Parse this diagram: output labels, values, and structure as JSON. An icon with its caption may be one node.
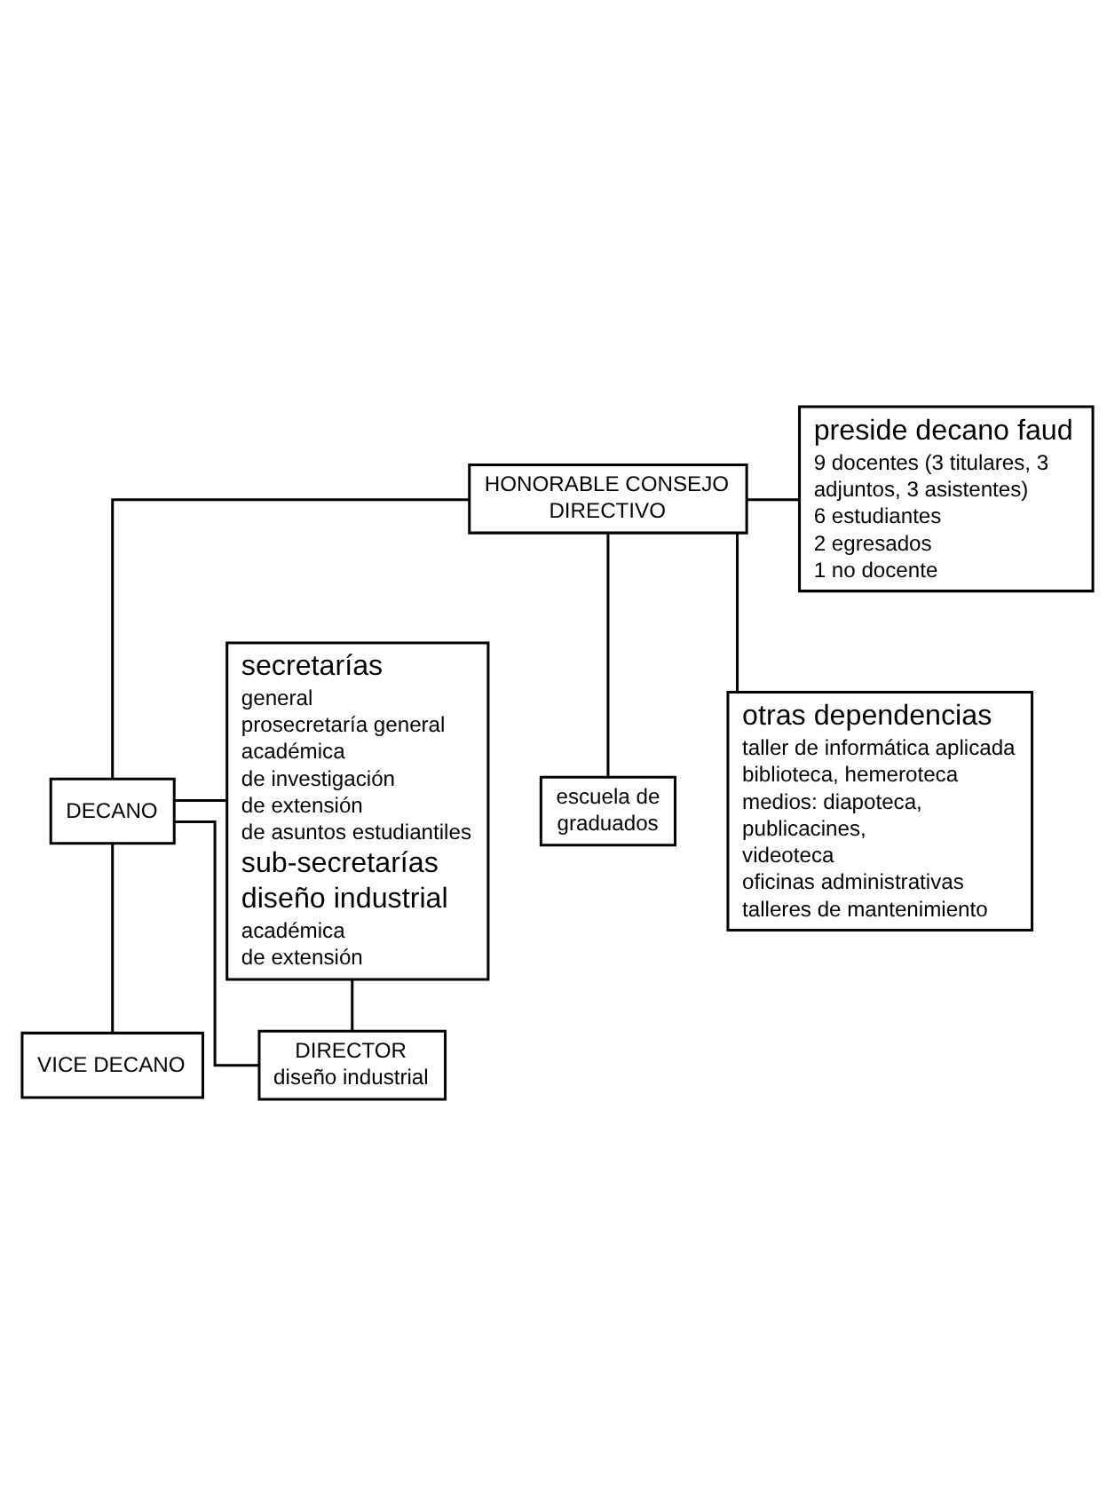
{
  "diagram": {
    "nodes": [
      {
        "text": [
          "HONORABLE CONSEJO DIRECTIVO"
        ]
      },
      {
        "text": [
          "preside decano faud",
          "9 docentes (3 titulares, 3 adjuntos, 3 asistentes)",
          "6 estudiantes",
          "2 egresados",
          "1 no docente"
        ]
      },
      {
        "text": [
          "DECANO"
        ]
      },
      {
        "text": [
          "VICE DECANO"
        ]
      },
      {
        "text": [
          "secretarías",
          "general",
          "prosecretaría general",
          "académica",
          "de investigación",
          "de extensión",
          "de asuntos estudiantiles",
          "sub-secretarías",
          "diseño industrial",
          "académica",
          "de extensión"
        ]
      },
      {
        "text": [
          "DIRECTOR",
          "diseño industrial"
        ]
      },
      {
        "text": [
          "escuela de graduados"
        ]
      },
      {
        "text": [
          "otras dependencias",
          "taller de informática aplicada",
          "biblioteca, hemeroteca",
          "medios: diapoteca, publicacines, videoteca",
          "oficinas administrativas",
          "talleres de mantenimiento"
        ]
      }
    ],
    "edges": [
      {
        "from": 0,
        "to": 1,
        "arrow": "none"
      },
      {
        "from": 0,
        "to": 2,
        "arrow": "none"
      },
      {
        "from": 2,
        "to": 4,
        "arrow": "none"
      },
      {
        "from": 2,
        "to": 3,
        "arrow": "none"
      },
      {
        "from": 2,
        "to": 5,
        "arrow": "none"
      },
      {
        "from": 5,
        "to": 4,
        "arrow": "none"
      },
      {
        "from": 0,
        "to": 6,
        "arrow": "none"
      },
      {
        "from": 0,
        "to": 7,
        "arrow": "none"
      }
    ]
  }
}
